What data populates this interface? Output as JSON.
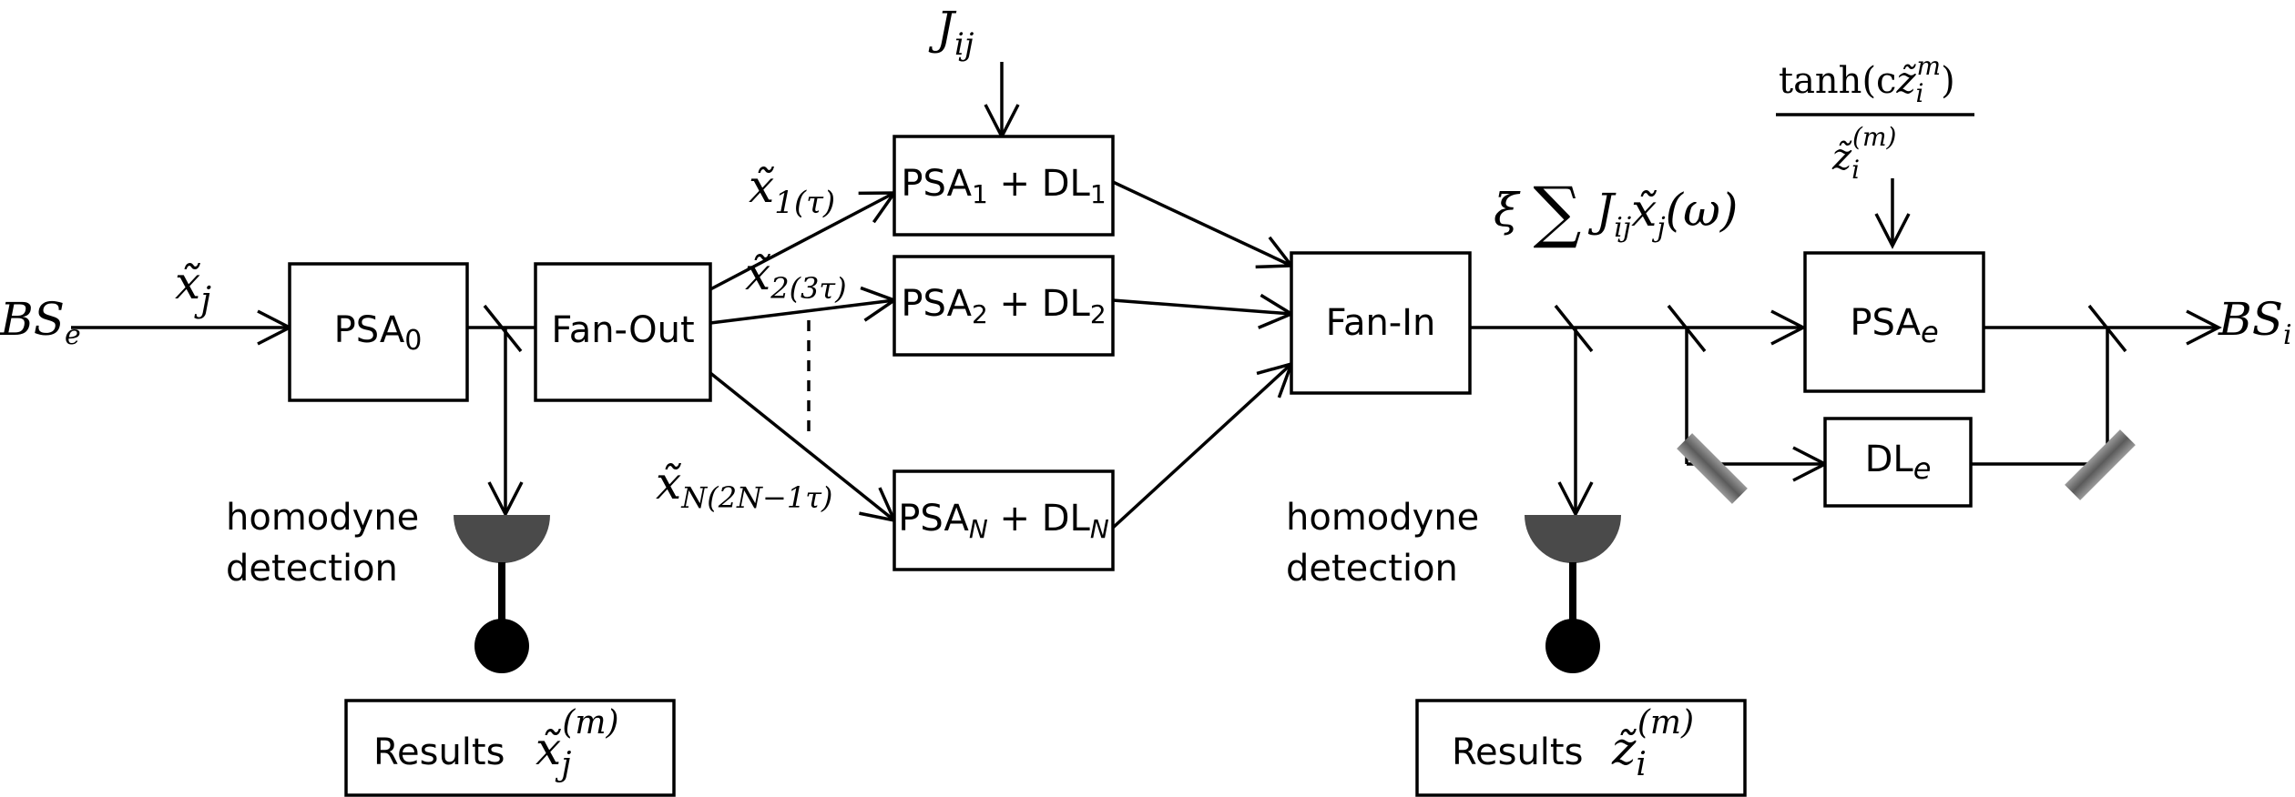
{
  "diagram": {
    "input_label": {
      "base": "BS",
      "sub": "e"
    },
    "output_label": {
      "base": "BS",
      "sub": "i"
    },
    "input_signal": {
      "base": "x̃",
      "sub": "j"
    },
    "coupling": {
      "base": "J",
      "sub": "ij"
    },
    "boxes": {
      "psa0": {
        "base": "PSA",
        "sub": "0"
      },
      "fan_out": "Fan-Out",
      "psa1": {
        "left": "PSA",
        "left_sub": "1",
        "mid": " + DL",
        "right_sub": "1"
      },
      "psa2": {
        "left": "PSA",
        "left_sub": "2",
        "mid": " + DL",
        "right_sub": "2"
      },
      "psaN": {
        "left": "PSA",
        "left_sub": "N",
        "mid": " + DL",
        "right_sub": "N"
      },
      "fan_in": "Fan-In",
      "psae": {
        "base": "PSA",
        "sub": "e"
      },
      "dle": {
        "base": "DL",
        "sub": "e"
      }
    },
    "branch_labels": {
      "b1": {
        "base": "x̃",
        "sub": "1(τ)"
      },
      "b2": {
        "base": "x̃",
        "sub": "2(3τ)"
      },
      "bN": {
        "base": "x̃",
        "sub": "N(2N−1τ)"
      }
    },
    "feedback_term": {
      "xi": "ξ",
      "sum": "∑",
      "J": "J",
      "J_sub": "ij",
      "x": "x̃",
      "x_sub": "j",
      "arg": "(ω)"
    },
    "nonlinear_term": {
      "numerator": {
        "prefix": "tanh(c",
        "z": "z̃",
        "sub": "i",
        "sup": "m",
        "suffix": ")"
      },
      "denominator": {
        "z": "z̃",
        "sub": "i",
        "sup": "(m)"
      }
    },
    "detectors": {
      "left": {
        "line1": "homodyne",
        "line2": "detection"
      },
      "right": {
        "line1": "homodyne",
        "line2": "detection"
      }
    },
    "results": {
      "left": {
        "label": "Results",
        "sym": "x̃",
        "sub": "j",
        "sup": "(m)"
      },
      "right": {
        "label": "Results",
        "sym": "z̃",
        "sub": "i",
        "sup": "(m)"
      }
    },
    "colors": {
      "detector": "#4a4a4a",
      "mirror": "#6e6e6e",
      "line": "#000000"
    }
  }
}
